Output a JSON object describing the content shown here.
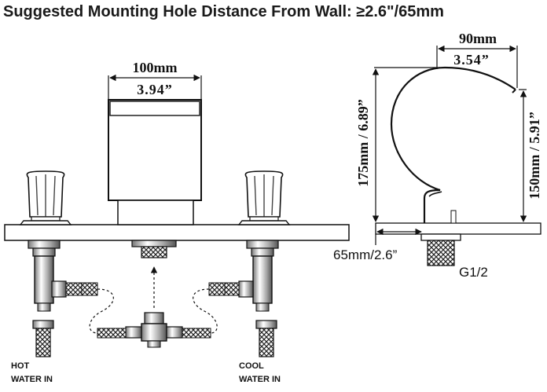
{
  "title": "Suggested Mounting Hole Distance From Wall: ≥2.6\"/65mm",
  "front_view": {
    "spout_width_mm": "100mm",
    "spout_width_in": "3.94”"
  },
  "side_view": {
    "reach_mm": "90mm",
    "reach_in": "3.54”",
    "total_height": "175mm / 6.89”",
    "spout_height": "150mm / 5.91”",
    "wall_distance": "65mm/2.6”",
    "thread": "G1/2"
  },
  "labels": {
    "hot_line1": "HOT",
    "hot_line2": "WATER IN",
    "cool_line1": "COOL",
    "cool_line2": "WATER IN"
  }
}
